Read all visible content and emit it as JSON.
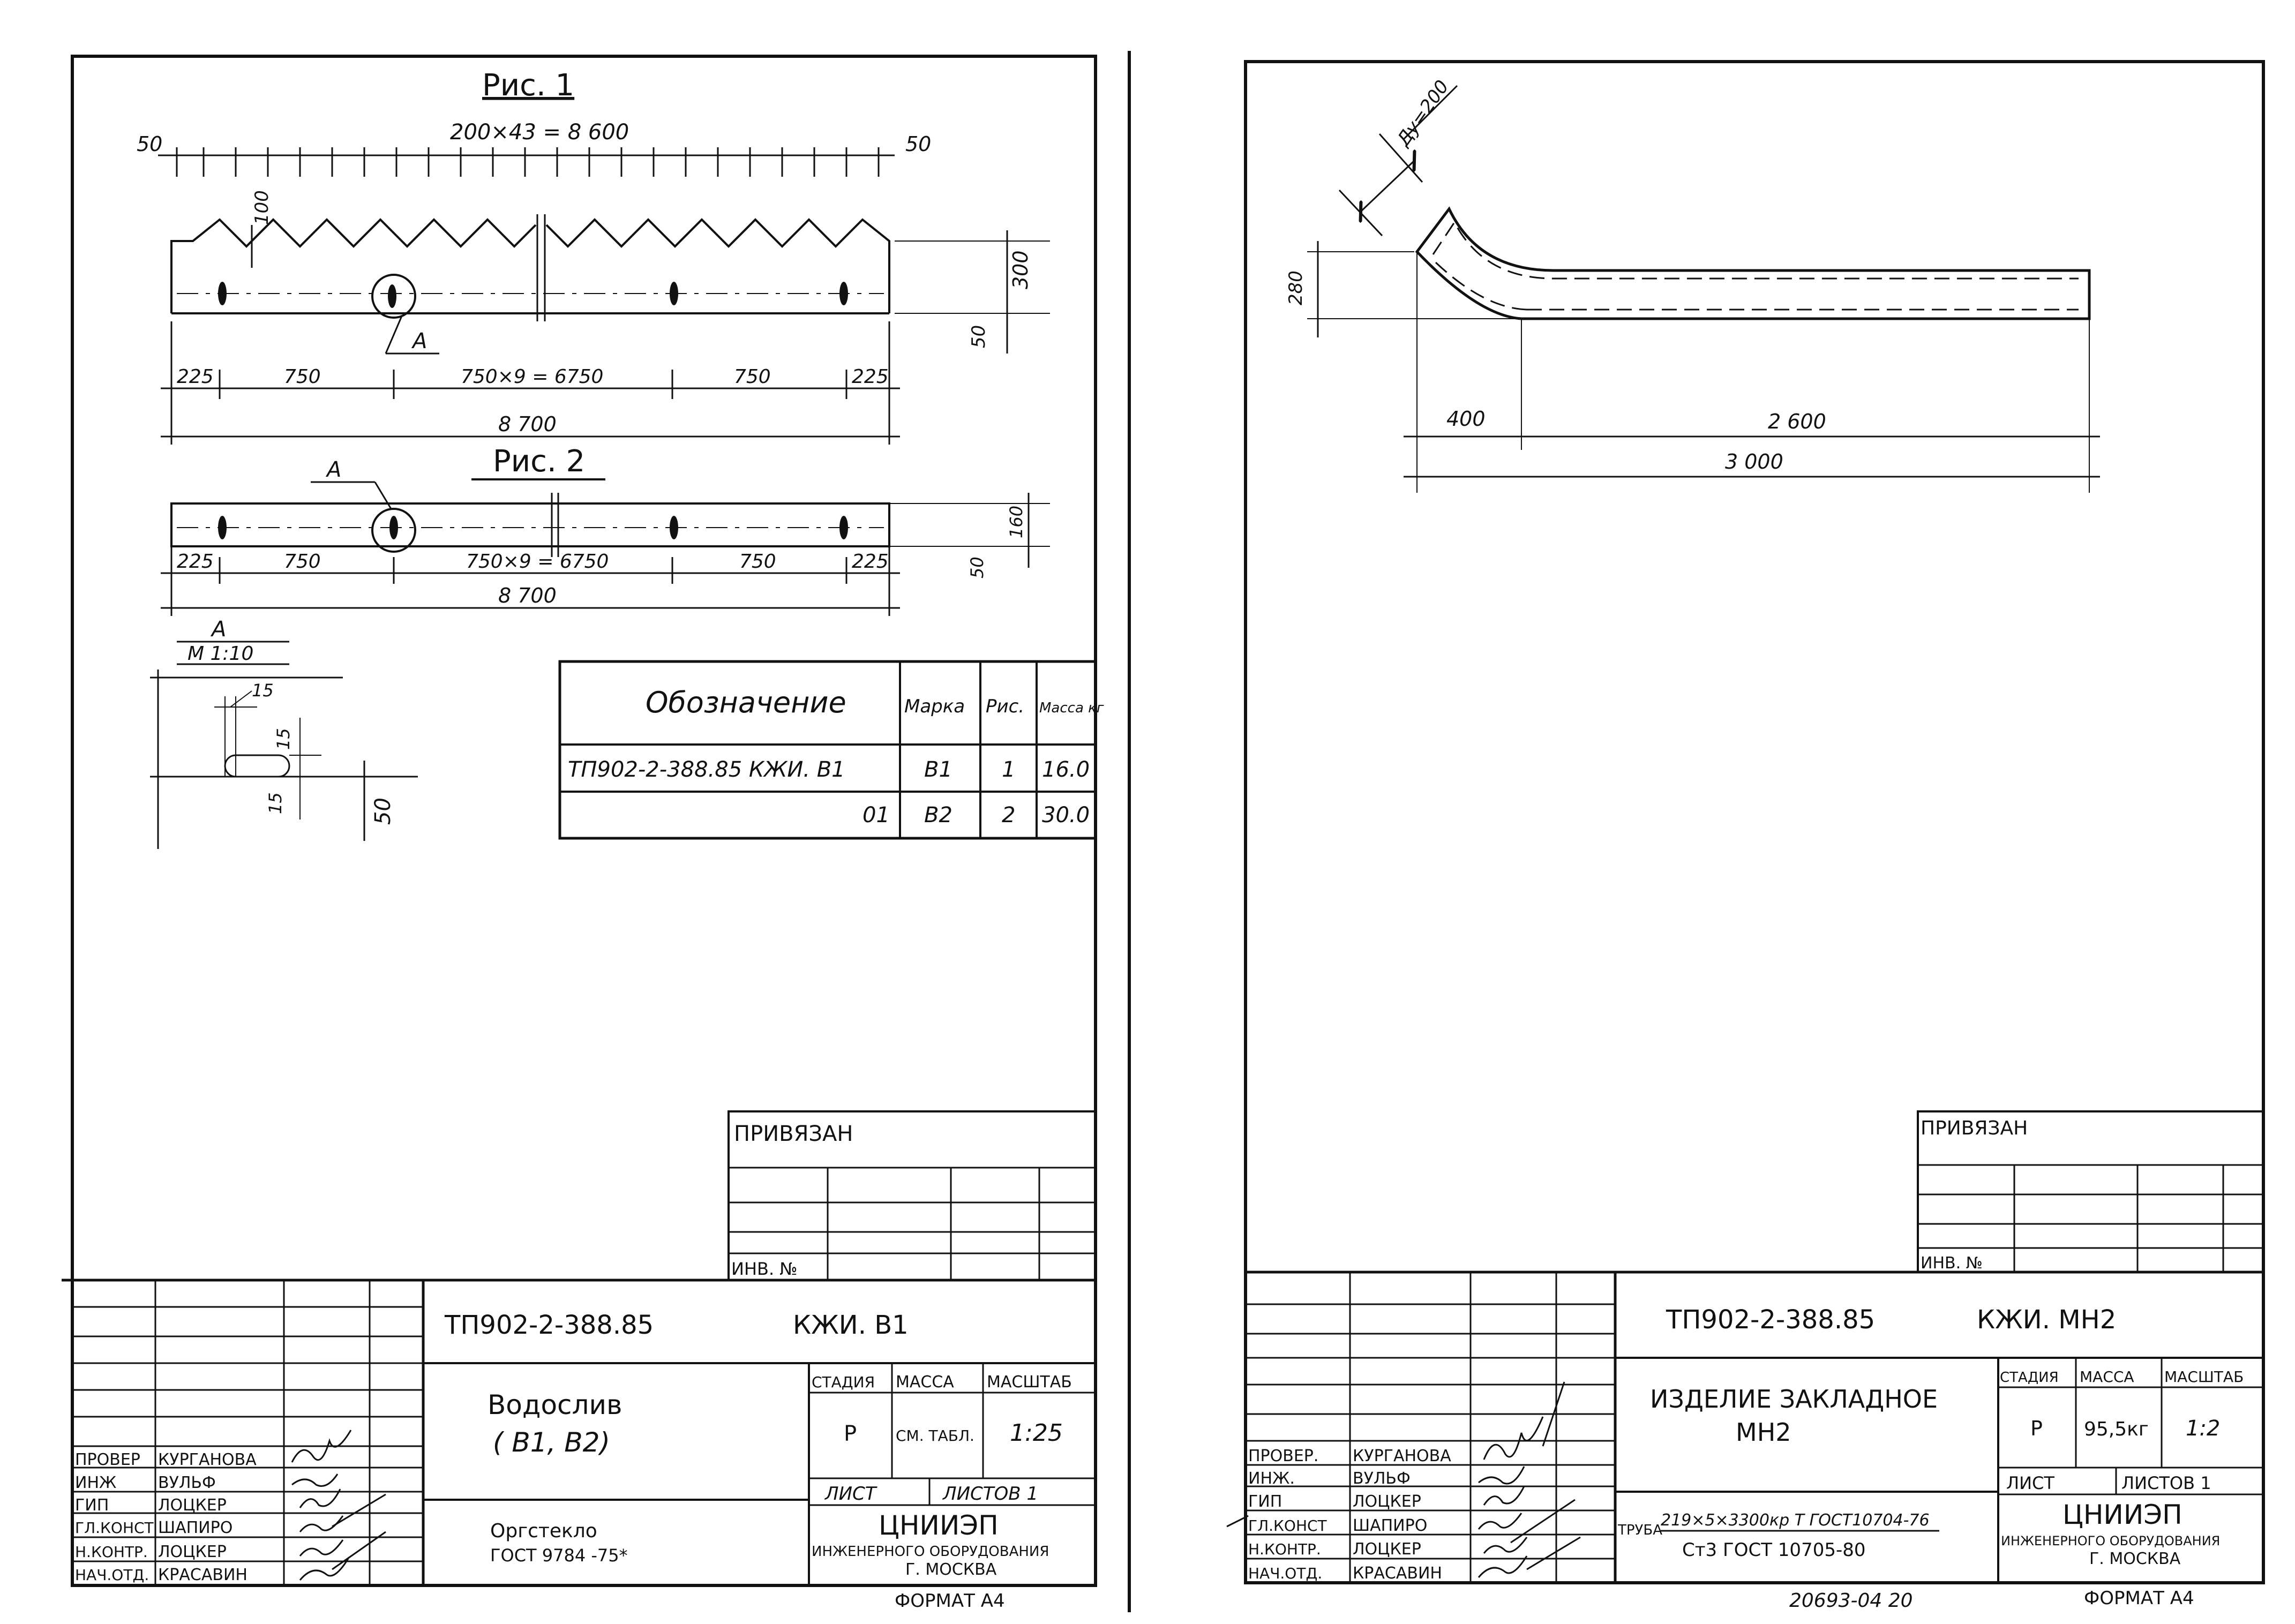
{
  "left_sheet": {
    "fig1": {
      "title": "Рис. 1",
      "top_dim": "200×43 = 8 600",
      "end_dims": [
        "50",
        "50"
      ],
      "tooth_height": "100",
      "height_300": "300",
      "bottom_50": "50",
      "callout_a": "А",
      "seg_dims": [
        "225",
        "750",
        "750×9 = 6750",
        "750",
        "225"
      ],
      "total": "8 700"
    },
    "fig2": {
      "title": "Рис. 2",
      "callout_a": "А",
      "seg_dims": [
        "225",
        "750",
        "750×9 = 6750",
        "750",
        "225"
      ],
      "total": "8 700",
      "height_160": "160",
      "bottom_50": "50"
    },
    "detail_a": {
      "title": "А",
      "scale": "М 1:10",
      "dims": [
        "15",
        "15",
        "15",
        "50"
      ]
    },
    "spec_table": {
      "headers": [
        "Обозначение",
        "Марка",
        "Рис.",
        "Масса кг"
      ],
      "rows": [
        [
          "ТП902-2-388.85 КЖИ. В1",
          "В1",
          "1",
          "16.0"
        ],
        [
          "01",
          "В2",
          "2",
          "30.0"
        ]
      ]
    },
    "privyazan": {
      "label": "ПРИВЯЗАН",
      "inv": "ИНВ. №"
    },
    "title_block": {
      "doc_code": "ТП902-2-388.85",
      "mark": "КЖИ. В1",
      "name_line1": "Водослив",
      "name_line2": "( В1, В2)",
      "stage_header": "СТАДИЯ",
      "mass_header": "МАССА",
      "scale_header": "МАСШТАБ",
      "stage": "Р",
      "mass": "СМ. ТАБЛ.",
      "scale": "1:25",
      "sheet_label": "ЛИСТ",
      "sheets_label": "ЛИСТОВ 1",
      "material_1": "Оргстекло",
      "material_2": "ГОСТ 9784 -75*",
      "org_1": "ЦНИИЭП",
      "org_2": "ИНЖЕНЕРНОГО ОБОРУДОВАНИЯ",
      "org_3": "Г. МОСКВА",
      "format": "ФОРМАТ А4",
      "staff": [
        [
          "ПРОВЕР",
          "КУРГАНОВА"
        ],
        [
          "ИНЖ",
          "ВУЛЬФ"
        ],
        [
          "ГИП",
          "ЛОЦКЕР"
        ],
        [
          "ГЛ.КОНСТ",
          "ШАПИРО"
        ],
        [
          "Н.КОНТР.",
          "ЛОЦКЕР"
        ],
        [
          "НАЧ.ОТД.",
          "КРАСАВИН"
        ]
      ]
    }
  },
  "right_sheet": {
    "drawing": {
      "du": "Ду=200",
      "height_280": "280",
      "dim_400": "400",
      "dim_2600": "2 600",
      "dim_3000": "3 000"
    },
    "privyazan": {
      "label": "ПРИВЯЗАН",
      "inv": "ИНВ. №"
    },
    "title_block": {
      "doc_code": "ТП902-2-388.85",
      "mark": "КЖИ. МН2",
      "name_line1": "ИЗДЕЛИЕ ЗАКЛАДНОЕ",
      "name_line2": "МН2",
      "stage_header": "СТАДИЯ",
      "mass_header": "МАССА",
      "scale_header": "МАСШТАБ",
      "stage": "Р",
      "mass": "95,5кг",
      "scale": "1:2",
      "sheet_label": "ЛИСТ",
      "sheets_label": "ЛИСТОВ 1",
      "material_prefix": "ТРУБА",
      "material_1": "219×5×3300кр Т ГОСТ10704-76",
      "material_2": "Ст3 ГОСТ 10705-80",
      "org_1": "ЦНИИЭП",
      "org_2": "ИНЖЕНЕРНОГО ОБОРУДОВАНИЯ",
      "org_3": "Г. МОСКВА",
      "bottom_number": "20693-04 20",
      "format": "ФОРМАТ А4",
      "staff": [
        [
          "ПРОВЕР.",
          "КУРГАНОВА"
        ],
        [
          "ИНЖ.",
          "ВУЛЬФ"
        ],
        [
          "ГИП",
          "ЛОЦКЕР"
        ],
        [
          "ГЛ.КОНСТ",
          "ШАПИРО"
        ],
        [
          "Н.КОНТР.",
          "ЛОЦКЕР"
        ],
        [
          "НАЧ.ОТД.",
          "КРАСАВИН"
        ]
      ]
    }
  }
}
